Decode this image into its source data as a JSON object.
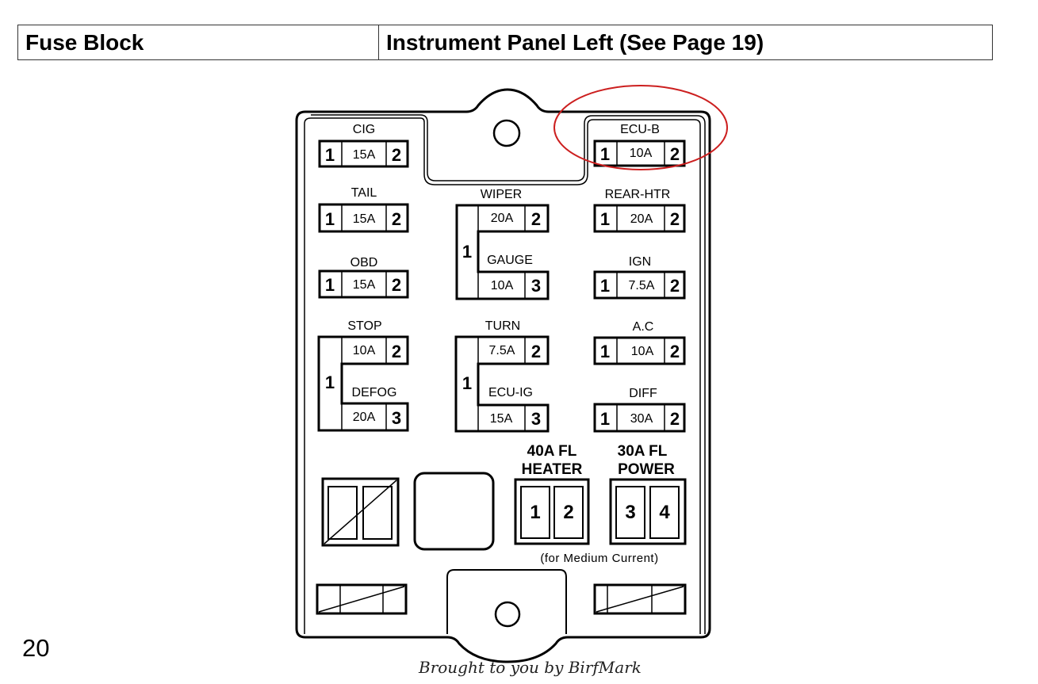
{
  "header": {
    "left": "Fuse Block",
    "right": "Instrument Panel Left (See Page 19)"
  },
  "page_number": "20",
  "credit": "Brought to you by BirfMark",
  "highlight_color": "#cc1f1f",
  "highlighted_fuse": "ECU-B",
  "fuses": {
    "cig": {
      "name": "CIG",
      "amps": "15A",
      "pin_a": "1",
      "pin_b": "2"
    },
    "tail": {
      "name": "TAIL",
      "amps": "15A",
      "pin_a": "1",
      "pin_b": "2"
    },
    "obd": {
      "name": "OBD",
      "amps": "15A",
      "pin_a": "1",
      "pin_b": "2"
    },
    "ecu_b": {
      "name": "ECU-B",
      "amps": "10A",
      "pin_a": "1",
      "pin_b": "2"
    },
    "rear_htr": {
      "name": "REAR-HTR",
      "amps": "20A",
      "pin_a": "1",
      "pin_b": "2"
    },
    "ign": {
      "name": "IGN",
      "amps": "7.5A",
      "pin_a": "1",
      "pin_b": "2"
    },
    "ac": {
      "name": "A.C",
      "amps": "10A",
      "pin_a": "1",
      "pin_b": "2"
    },
    "diff": {
      "name": "DIFF",
      "amps": "30A",
      "pin_a": "1",
      "pin_b": "2"
    }
  },
  "dual_fuses": {
    "wiper_gauge": {
      "top_name": "WIPER",
      "top_amps": "20A",
      "top_pin": "2",
      "common_pin": "1",
      "bottom_name": "GAUGE",
      "bottom_amps": "10A",
      "bottom_pin": "3"
    },
    "stop_defog": {
      "top_name": "STOP",
      "top_amps": "10A",
      "top_pin": "2",
      "common_pin": "1",
      "bottom_name": "DEFOG",
      "bottom_amps": "20A",
      "bottom_pin": "3"
    },
    "turn_ecuig": {
      "top_name": "TURN",
      "top_amps": "7.5A",
      "top_pin": "2",
      "common_pin": "1",
      "bottom_name": "ECU-IG",
      "bottom_amps": "15A",
      "bottom_pin": "3"
    }
  },
  "fusible_links": {
    "heater": {
      "rating": "40A FL",
      "name": "HEATER",
      "pin_a": "1",
      "pin_b": "2"
    },
    "power": {
      "rating": "30A FL",
      "name": "POWER",
      "pin_a": "3",
      "pin_b": "4"
    },
    "note": "(for Medium Current)"
  }
}
